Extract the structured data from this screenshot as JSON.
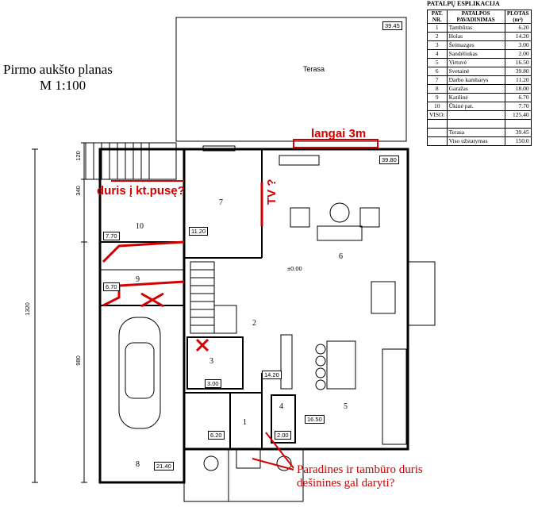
{
  "title_line1": "Pirmo aukšto planas",
  "title_line2": "M 1:100",
  "legend": {
    "title": "PATALPŲ ESPLIKACIJA",
    "headers": {
      "nr": "PAT. NR.",
      "name": "PATALPOS PAVADINIMAS",
      "area": "PLOTAS (m²)"
    },
    "rows": [
      {
        "nr": "1",
        "name": "Tambūras",
        "area": "6.20"
      },
      {
        "nr": "2",
        "name": "Holas",
        "area": "14.20"
      },
      {
        "nr": "3",
        "name": "Šeimazges",
        "area": "3.00"
      },
      {
        "nr": "4",
        "name": "Sandėliukas",
        "area": "2.00"
      },
      {
        "nr": "5",
        "name": "Virtuvė",
        "area": "16.50"
      },
      {
        "nr": "6",
        "name": "Svetainė",
        "area": "39.80"
      },
      {
        "nr": "7",
        "name": "Darbo kambarys",
        "area": "11.20"
      },
      {
        "nr": "8",
        "name": "Garažas",
        "area": "18.00"
      },
      {
        "nr": "9",
        "name": "Katilinė",
        "area": "6.70"
      },
      {
        "nr": "10",
        "name": "Ūkinė pat.",
        "area": "7.70"
      }
    ],
    "total_label": "VISO:",
    "total_value": "125.40",
    "terrace_label": "Terasa",
    "terrace_value": "39.45",
    "built_label": "Viso užstatymas",
    "built_value": "150.0"
  },
  "rooms": {
    "terrace_name": "Terasa",
    "terrace_area": "39.45",
    "r1": "1",
    "r2": "2",
    "r3": "3",
    "r4": "4",
    "r5": "5",
    "r6": "6",
    "r7": "7",
    "r8": "8",
    "r9": "9",
    "r10": "10",
    "a1": "6.20",
    "a2": "14.20",
    "a3": "3.00",
    "a4": "2.00",
    "a5": "16.50",
    "a6": "39.80",
    "a7": "11.20",
    "a8": "21.40",
    "a9": "6.70",
    "a10": "7.70",
    "level": "±0.00"
  },
  "dimensions": {
    "d120": "120",
    "d340": "340",
    "d1320": "1320",
    "d980": "980"
  },
  "annotations": {
    "windows": "langai 3m",
    "door": "duris į kt.pusę?",
    "tv": "TV ?",
    "entrance_line1": "Paradines ir tambūro duris",
    "entrance_line2": "dešinines gal daryti?"
  },
  "colors": {
    "annotation": "#d40000",
    "line": "#000000"
  }
}
